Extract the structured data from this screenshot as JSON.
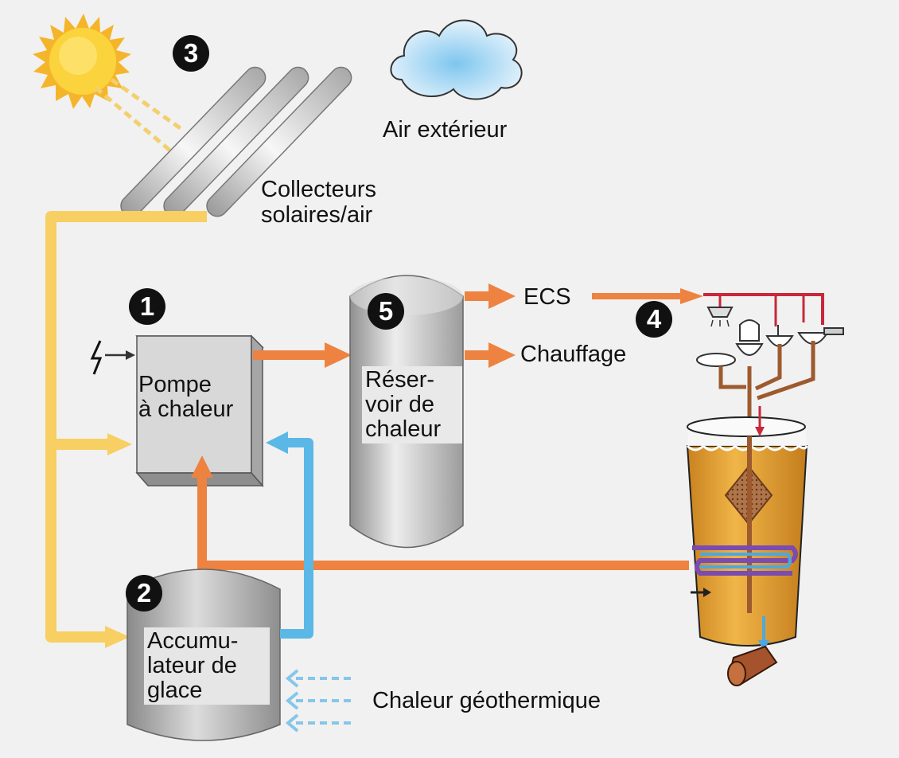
{
  "labels": {
    "air": "Air extérieur",
    "collectors": "Collecteurs\nsolaires/air",
    "ecs": "ECS",
    "heating": "Chauffage",
    "pump": "Pompe\nà chaleur",
    "reservoir": "Réser-\nvoir de\nchaleur",
    "ice": "Accumu-\nlateur de\nglace",
    "geo": "Chaleur géothermique"
  },
  "numbers": {
    "pump": "1",
    "ice": "2",
    "collectors": "3",
    "consumers": "4",
    "reservoir": "5"
  },
  "colors": {
    "solar_pipe": "#f7cf62",
    "warm_pipe": "#ee8240",
    "cold_pipe": "#5bb8e6",
    "hot_water_line": "#c8283a",
    "tank_fluid": "#e7a433",
    "badge": "#111111",
    "background": "#f1f1f1"
  }
}
